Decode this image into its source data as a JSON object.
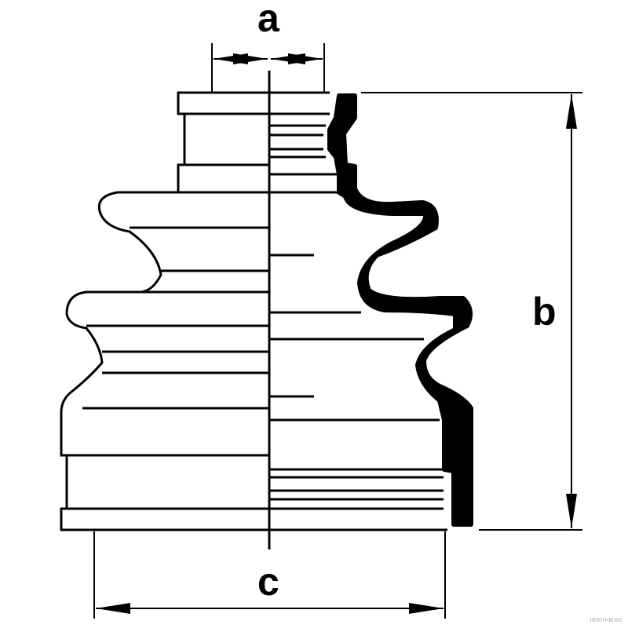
{
  "dimensions": {
    "a": "a",
    "b": "b",
    "c": "c"
  },
  "watermark": "HERTH+BUSS"
}
